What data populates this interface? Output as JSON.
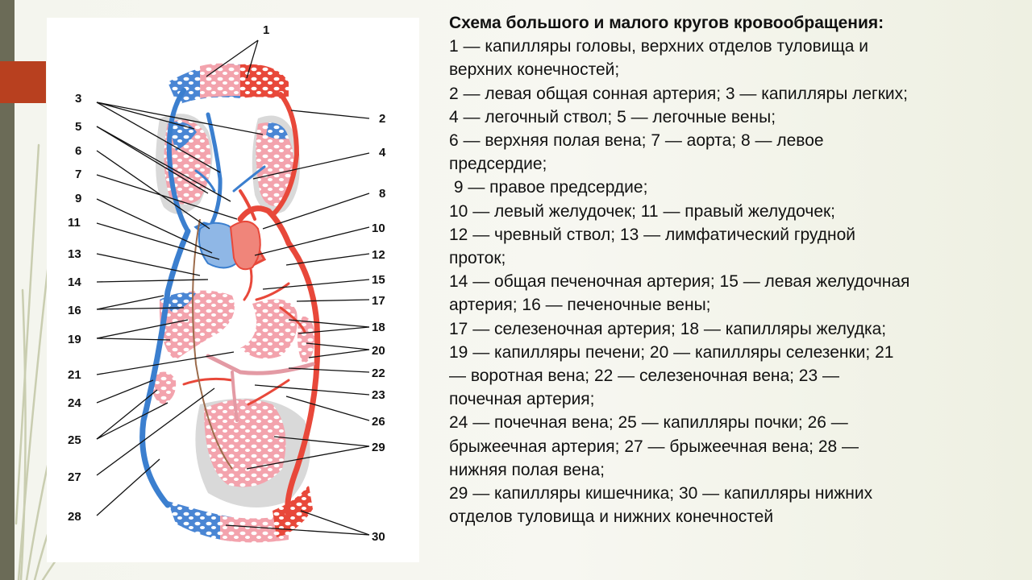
{
  "colors": {
    "artery": "#e8483a",
    "vein": "#3b7fcf",
    "capillary_fill": "#f3a3ad",
    "accent": "#b8401f"
  },
  "diagram": {
    "labels": [
      "1",
      "2",
      "3",
      "4",
      "5",
      "6",
      "7",
      "8",
      "9",
      "10",
      "11",
      "12",
      "13",
      "14",
      "15",
      "16",
      "17",
      "18",
      "19",
      "20",
      "21",
      "22",
      "23",
      "24",
      "25",
      "26",
      "27",
      "28",
      "29",
      "30"
    ]
  },
  "caption": {
    "title": "Схема большого и малого кругов кровообращения:",
    "lines": [
      "1 — капилляры головы, верхних отделов туловища и",
      "верхних конечностей;",
      "2 — левая общая сонная артерия; 3 — капилляры легких;",
      "4 — легочный ствол; 5 — легочные вены;",
      "6 — верхняя полая вена; 7 — аорта; 8 — левое",
      "предсердие;",
      " 9 — правое предсердие;",
      "10 — левый желудочек; 11 — правый желудочек;",
      "12 — чревный ствол; 13 — лимфатический грудной",
      "проток;",
      "14 — общая печеночная артерия; 15 — левая желудочная",
      "артерия; 16 — печеночные вены;",
      "17 — селезеночная артерия; 18 — капилляры желудка;",
      "19 — капилляры печени; 20 — капилляры селезенки; 21",
      "— воротная вена; 22 — селезеночная вена; 23 —",
      "почечная артерия;",
      "24 — почечная вена; 25 — капилляры почки; 26 —",
      "брыжеечная артерия; 27 — брыжеечная вена; 28 —",
      "нижняя полая вена;",
      "29 — капилляры кишечника; 30 — капилляры нижних",
      "отделов туловища и нижних конечностей"
    ]
  }
}
